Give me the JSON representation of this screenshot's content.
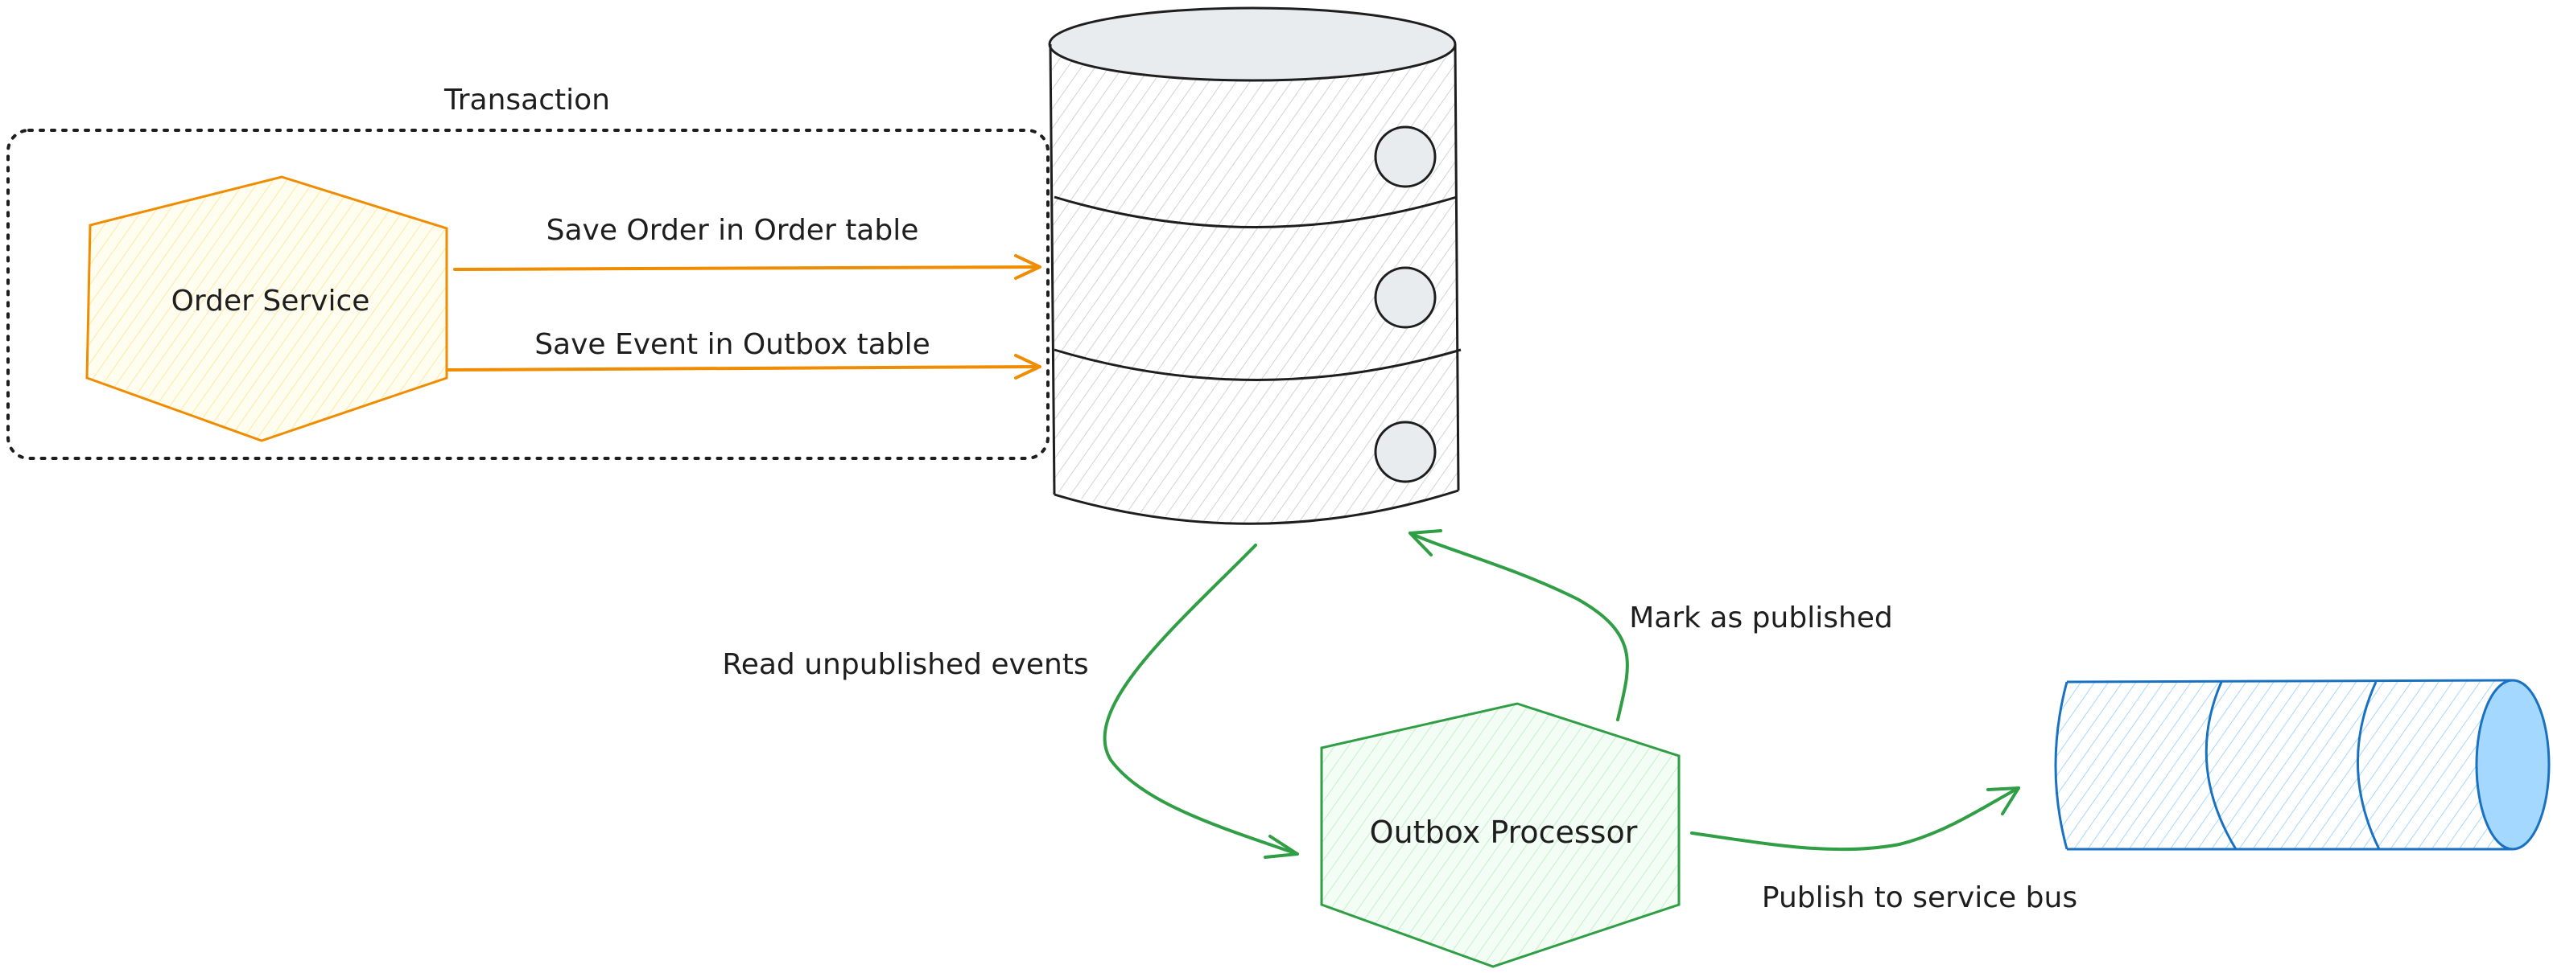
{
  "diagram": {
    "transaction_label": "Transaction",
    "order_service_label": "Order Service",
    "outbox_processor_label": "Outbox Processor",
    "edges": {
      "save_order": "Save Order in Order table",
      "save_event": "Save Event in Outbox table",
      "read_unpublished": "Read unpublished events",
      "mark_published": "Mark as published",
      "publish_bus": "Publish to service bus"
    }
  },
  "colors": {
    "orange_stroke": "#f08c00",
    "orange_fill": "#fff3bf",
    "green_stroke": "#2f9e44",
    "green_fill": "#d3f9d8",
    "blue_stroke": "#1971c2",
    "blue_fill": "#a5d8ff",
    "db_stroke": "#1e1e1e",
    "db_fill": "#e9ecef"
  }
}
